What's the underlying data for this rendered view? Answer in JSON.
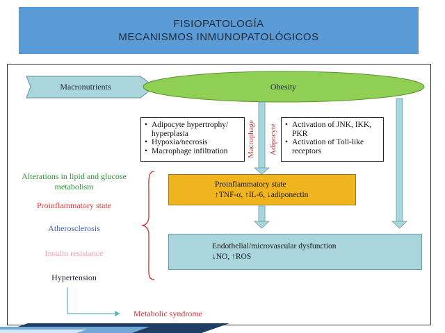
{
  "title": {
    "line1": "FISIOPATOLOGÍA",
    "line2": "MECANISMOS INMUNOPATOLÓGICOS"
  },
  "diagram": {
    "macronutrients": "Macronutrients",
    "obesity": "Obesity",
    "adipocyte_box": {
      "items": [
        "Adipocyte hypertrophy/ hyperplasia",
        "Hypoxia/necrosis",
        "Macrophage infiltration"
      ]
    },
    "macrophage_label": "Macrophage",
    "adipocyte_label": "Adipocyte",
    "activation_box": {
      "items": [
        "Activation of JNK, IKK, PKR",
        "Activation of Toll-like receptors"
      ]
    },
    "proinflammatory_box": {
      "title": "Proinflammatory state",
      "detail": "↑TNF-α, ↑IL-6, ↓adiponectin"
    },
    "endothelial_box": {
      "title": "Endothelial/microvascular dysfunction",
      "detail": "↓NO, ↑ROS"
    },
    "left_labels": [
      {
        "text": "Alterations in lipid and glucose metabolism",
        "color": "#2e9b3a"
      },
      {
        "text": "Proinflammatory state",
        "color": "#e03b3b"
      },
      {
        "text": "Atherosclerosis",
        "color": "#3f5fb0"
      },
      {
        "text": "Insulin resistance",
        "color": "#f0a0a8"
      },
      {
        "text": "Hypertension",
        "color": "#1f2340"
      }
    ],
    "metabolic_syndrome": "Metabolic syndrome"
  },
  "colors": {
    "title_bg": "#5b9bd5",
    "obesity_fill": "#8fcf53",
    "macro_arrow_fill": "#a9d5dc",
    "proinflammatory_fill": "#f0b41e",
    "endothelial_fill": "#a9d5dc",
    "connector_arrows": "#a9d5dc",
    "brace": "#d62f2f",
    "metabolic_arrow": "#5fb7c4"
  }
}
